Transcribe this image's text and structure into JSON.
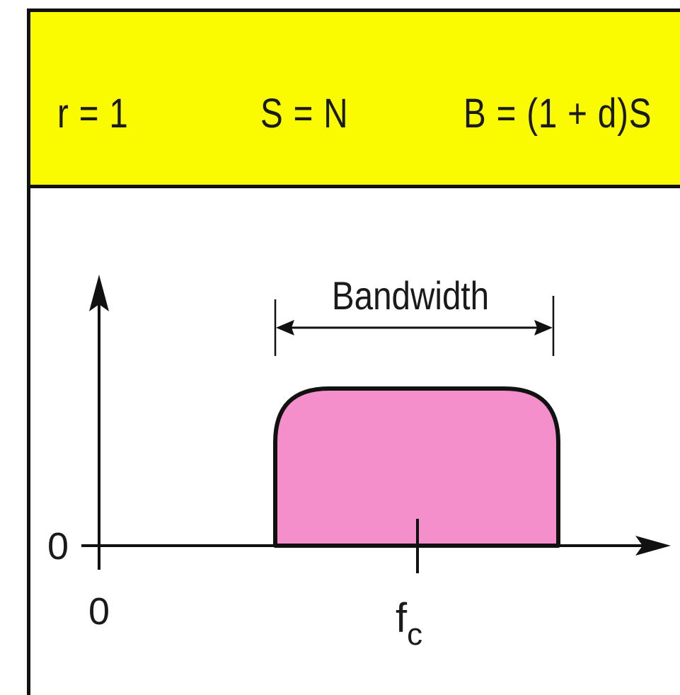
{
  "header": {
    "eq_r": "r = 1",
    "eq_s": "S = N",
    "eq_b": "B = (1 + d)S",
    "background": "#fafa00"
  },
  "diagram": {
    "bandwidth_label": "Bandwidth",
    "y_origin_label": "0",
    "x_origin_label": "0",
    "center_freq_label": "f",
    "center_freq_subscript": "c",
    "fill_color": "#f58fcb",
    "stroke_color": "#111111"
  }
}
